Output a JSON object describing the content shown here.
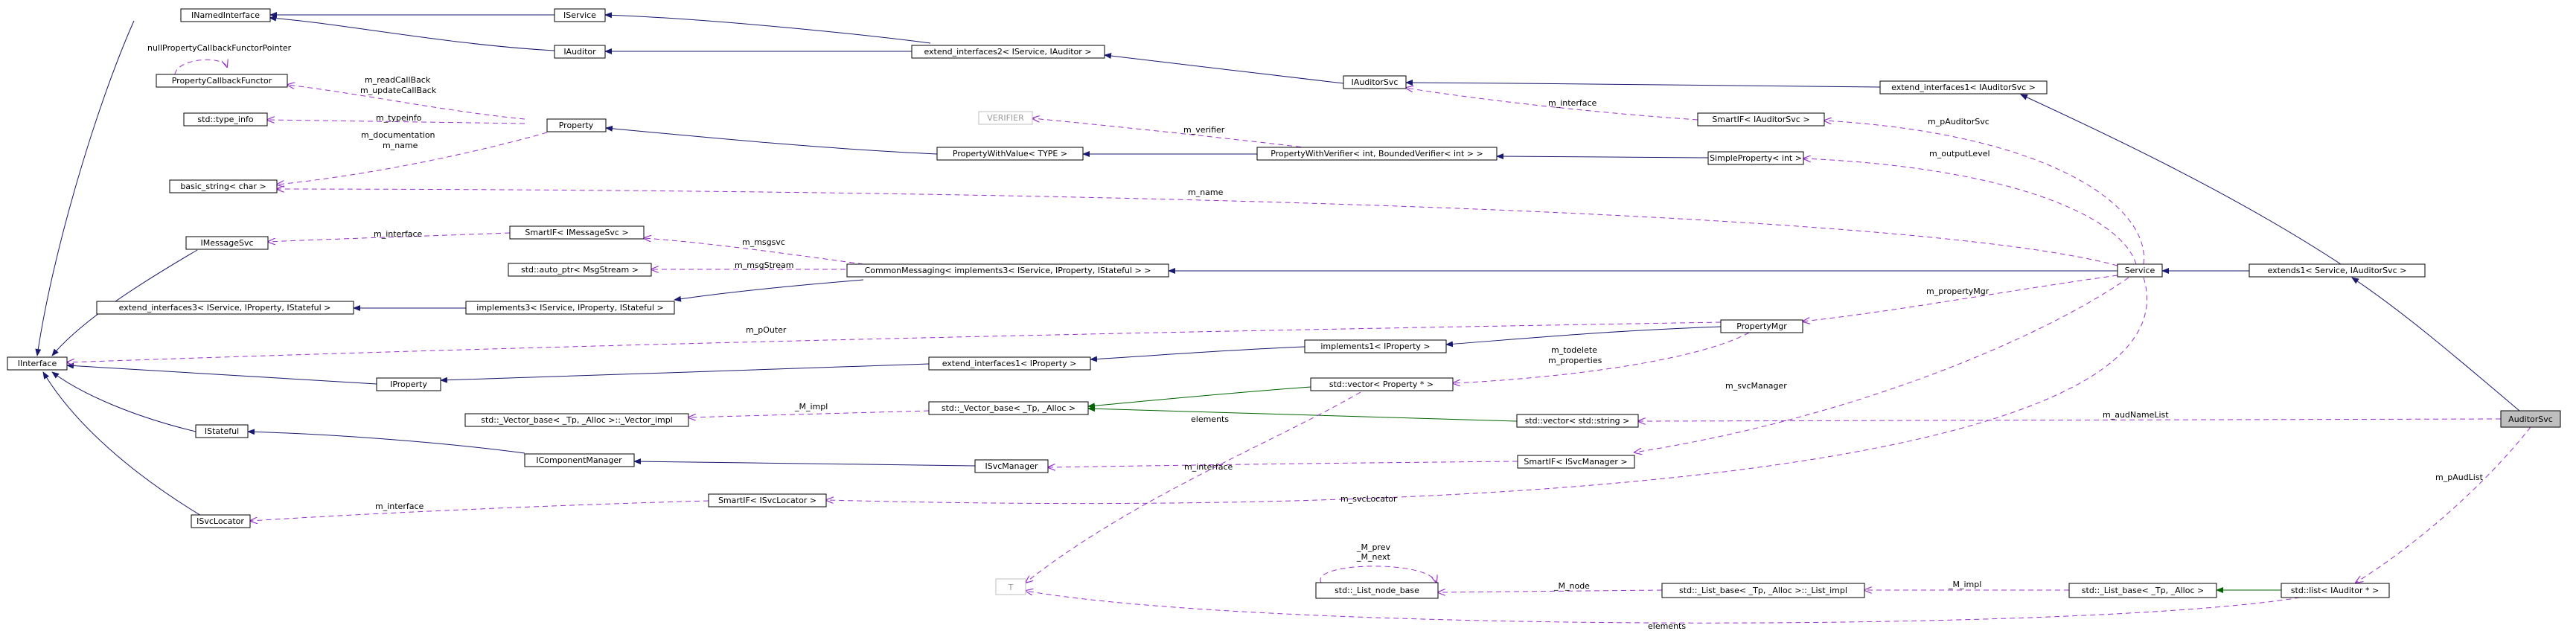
{
  "nodes": {
    "inamedinterface": "INamedInterface",
    "iservice": "IService",
    "iauditor": "IAuditor",
    "ext2": "extend_interfaces2< IService, IAuditor >",
    "iauditorsvc": "IAuditorSvc",
    "ext1_auditor": "extend_interfaces1< IAuditorSvc >",
    "propcallback": "PropertyCallbackFunctor",
    "typeinfo": "std::type_info",
    "property": "Property",
    "verifier": "VERIFIER",
    "smartf_auditor": "SmartIF< IAuditorSvc >",
    "pwv_type": "PropertyWithValue< TYPE >",
    "pwv_bounded": "PropertyWithVerifier< int, BoundedVerifier< int > >",
    "simpleprop": "SimpleProperty< int >",
    "basicstring": "basic_string< char >",
    "smartf_msg": "SmartIF< IMessageSvc >",
    "imessagesvc": "IMessageSvc",
    "autoptr": "std::auto_ptr< MsgStream >",
    "commonmsg": "CommonMessaging< implements3< IService, IProperty, IStateful > >",
    "service": "Service",
    "extends1": "extends1< Service, IAuditorSvc >",
    "ext3": "extend_interfaces3< IService, IProperty, IStateful >",
    "impl3": "implements3< IService, IProperty, IStateful >",
    "propmgr": "PropertyMgr",
    "interface": "IInterface",
    "ext1_prop": "extend_interfaces1< IProperty >",
    "impl1": "implements1< IProperty >",
    "iproperty": "IProperty",
    "vecprop": "std::vector< Property * >",
    "vecbase_impl": "std::_Vector_base< _Tp, _Alloc >::_Vector_impl",
    "vecbase": "std::_Vector_base< _Tp, _Alloc >",
    "vecstring": "std::vector< std::string >",
    "auditorsvc": "AuditorSvc",
    "istateful": "IStateful",
    "icompmgr": "IComponentManager",
    "isvcmanager": "ISvcManager",
    "smartf_svcmgr": "SmartIF< ISvcManager >",
    "isvclocator": "ISvcLocator",
    "smartf_svcloc": "SmartIF< ISvcLocator >",
    "t": "T",
    "listnode": "std::_List_node_base",
    "listbase_impl": "std::_List_base< _Tp, _Alloc >::_List_impl",
    "listbase": "std::_List_base< _Tp, _Alloc >",
    "listauditor": "std::list< IAuditor * >"
  },
  "edge_labels": {
    "nullprop": "nullPropertyCallbackFunctorPointer",
    "readcb": "m_readCallBack",
    "updatecb": "m_updateCallBack",
    "typeinfo": "m_typeinfo",
    "documentation": "m_documentation",
    "name_short": "m_name",
    "verifier": "m_verifier",
    "interface_auditor": "m_interface",
    "pauditorsvc": "m_pAuditorSvc",
    "outputlevel": "m_outputLevel",
    "name_long": "m_name",
    "interface_msg": "m_interface",
    "msgsvc": "m_msgsvc",
    "msgstream": "m_msgStream",
    "propertymgr": "m_propertyMgr",
    "pouter": "m_pOuter",
    "todelete": "m_todelete",
    "properties": "m_properties",
    "svcmanager": "m_svcManager",
    "mimpl_vec": "_M_impl",
    "elements_vec": "elements",
    "audnamelist": "m_audNameList",
    "interface_svcmgr": "m_interface",
    "paudlist": "m_pAudList",
    "interface_svcloc": "m_interface",
    "svclocator": "m_svcLocator",
    "mprev": "_M_prev",
    "mnext": "_M_next",
    "mnode": "_M_node",
    "mimpl_list": "_M_impl",
    "elements_list": "elements"
  }
}
